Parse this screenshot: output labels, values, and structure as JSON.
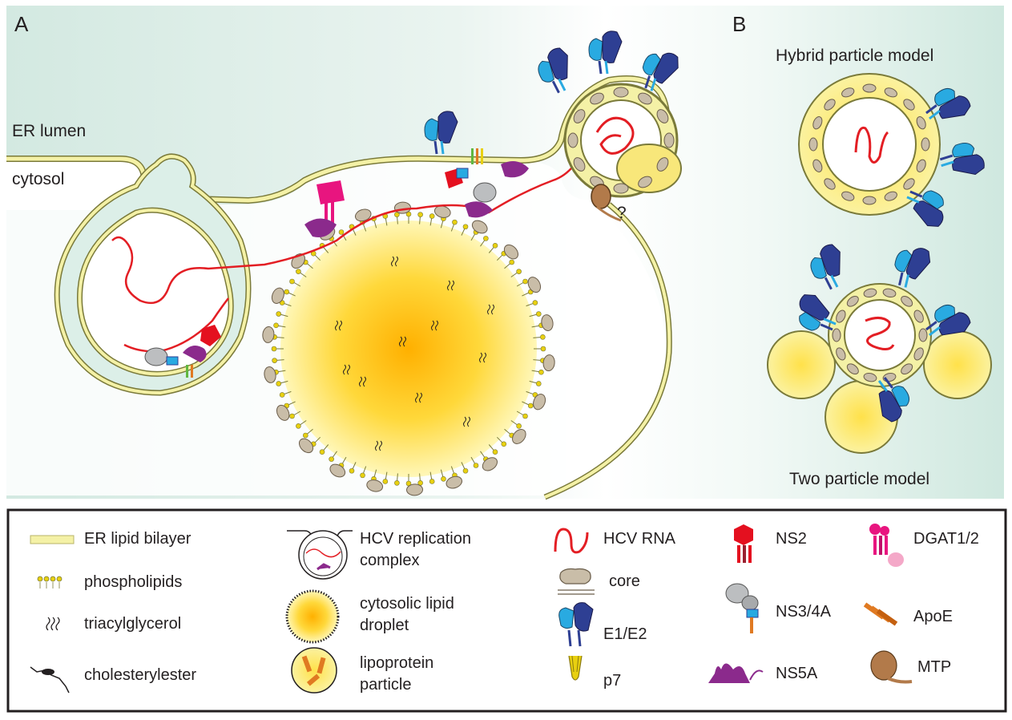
{
  "panel_a": {
    "letter": "A",
    "er_lumen": "ER lumen",
    "cytosol": "cytosol",
    "question": "?"
  },
  "panel_b": {
    "letter": "B",
    "hybrid_title": "Hybrid particle model",
    "two_title": "Two particle model"
  },
  "legend": {
    "er_bilayer": "ER lipid bilayer",
    "phospholipids": "phospholipids",
    "triacylglycerol": "triacylglycerol",
    "cholesterylester": "cholesterylester",
    "replication_complex_1": "HCV replication",
    "replication_complex_2": "complex",
    "lipid_droplet_1": "cytosolic lipid",
    "lipid_droplet_2": "droplet",
    "lipoprotein_1": "lipoprotein",
    "lipoprotein_2": "particle",
    "hcv_rna": "HCV RNA",
    "core": "core",
    "e1e2": "E1/E2",
    "p7": "p7",
    "ns2": "NS2",
    "ns34a": "NS3/4A",
    "ns5a": "NS5A",
    "dgat": "DGAT1/2",
    "apoe": "ApoE",
    "mtp": "MTP"
  },
  "colors": {
    "background_tint": "#d9ece5",
    "membrane_fill": "#f4f1a6",
    "membrane_stroke": "#7a7a3a",
    "droplet_center": "#ffc20e",
    "droplet_edge": "#fff6b0",
    "rna": "#e31e24",
    "core": "#c9bda8",
    "e1": "#29aae1",
    "e2": "#2e3f93",
    "ns5a": "#8b2a8c",
    "dgat": "#e8157f",
    "apoe": "#e07a22",
    "mtp": "#b27a4a",
    "ns2": "#e4101f",
    "ns3": "#bcbec0"
  },
  "icons": {
    "rna": "red-squiggle-icon",
    "core": "core-protein-icon",
    "envelope": "e1e2-heterodimer-icon",
    "p7": "p7-channel-icon"
  }
}
